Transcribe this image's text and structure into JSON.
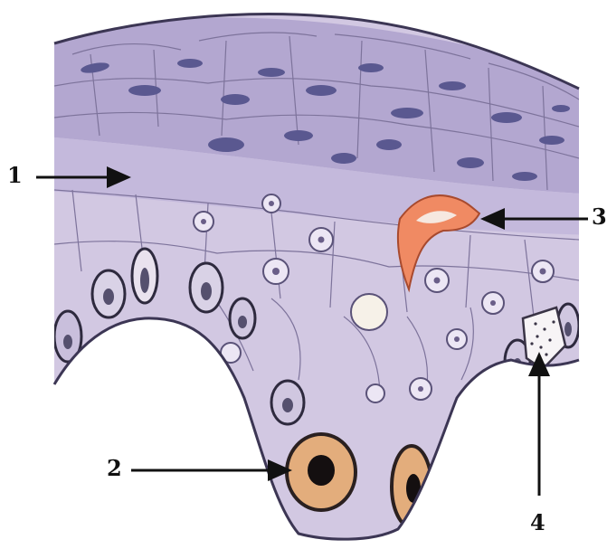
{
  "labels": {
    "label_1": "1",
    "label_2": "2",
    "label_3": "3",
    "label_4": "4"
  },
  "colors": {
    "background": "#ffffff",
    "tissue_light": "#d2c8e2",
    "tissue_mid": "#b6aad2",
    "superficial_layer": "#a89cc8",
    "nucleus_dark": "#5a5890",
    "cell_outline": "#3c3654",
    "highlight_orange": "#f08a63",
    "highlight_tan": "#e3ad7c",
    "arrow": "#111111"
  }
}
